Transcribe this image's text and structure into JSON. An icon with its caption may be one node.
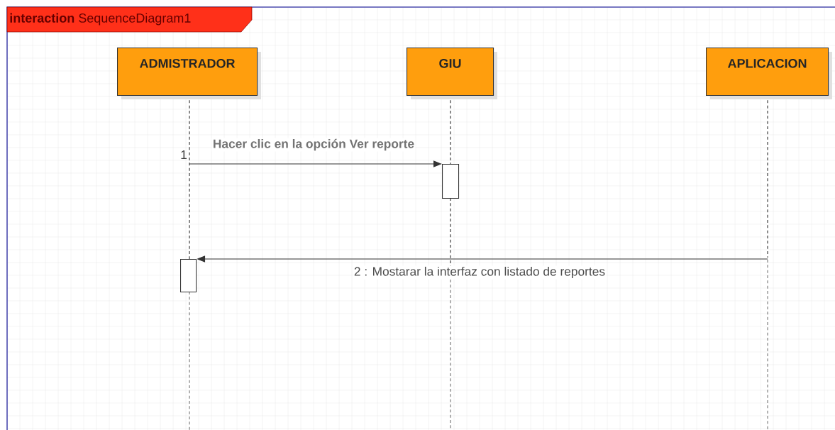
{
  "diagram": {
    "title": "**interaction** SequenceDiagram1",
    "nodes": [
      {
        "text": [
          "ADMISTRADOR"
        ]
      },
      {
        "text": [
          "GIU"
        ]
      },
      {
        "text": [
          "APLICACION"
        ]
      },
      {
        "text": [],
        "shape": "line"
      },
      {
        "text": [],
        "shape": "line"
      },
      {
        "text": [],
        "shape": "line"
      },
      {
        "text": [],
        "shape": "bar"
      },
      {
        "text": [],
        "shape": "bar"
      }
    ],
    "edges": [
      {
        "from": 3,
        "to": 6,
        "arrow": "to",
        "label": "Hacer clic en la opción Ver reporte"
      },
      {
        "from": 5,
        "to": 7,
        "arrow": "to",
        "label": "2 : Mostarar la interfaz con listado de reportes"
      }
    ],
    "labels": [
      "1"
    ]
  }
}
